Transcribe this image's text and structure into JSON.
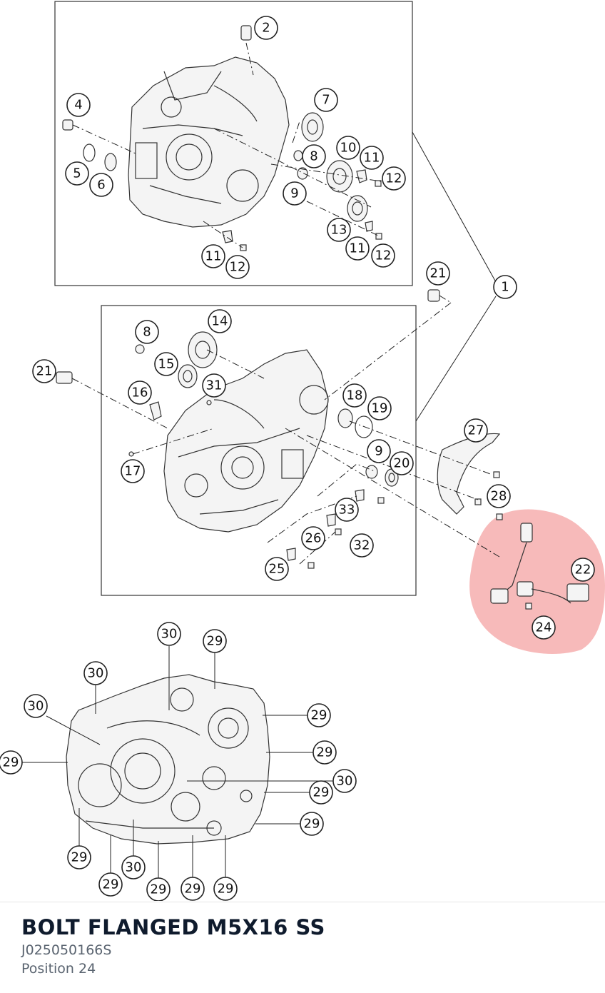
{
  "diagram": {
    "callouts": [
      {
        "id": "c2",
        "label": "2"
      },
      {
        "id": "c4",
        "label": "4"
      },
      {
        "id": "c5",
        "label": "5"
      },
      {
        "id": "c6",
        "label": "6"
      },
      {
        "id": "c7",
        "label": "7"
      },
      {
        "id": "c8a",
        "label": "8"
      },
      {
        "id": "c9a",
        "label": "9"
      },
      {
        "id": "c10",
        "label": "10"
      },
      {
        "id": "c11a",
        "label": "11"
      },
      {
        "id": "c12a",
        "label": "12"
      },
      {
        "id": "c13",
        "label": "13"
      },
      {
        "id": "c11b",
        "label": "11"
      },
      {
        "id": "c12b",
        "label": "12"
      },
      {
        "id": "c11c",
        "label": "11"
      },
      {
        "id": "c12c",
        "label": "12"
      },
      {
        "id": "c1",
        "label": "1"
      },
      {
        "id": "c21a",
        "label": "21"
      },
      {
        "id": "c21b",
        "label": "21"
      },
      {
        "id": "c14",
        "label": "14"
      },
      {
        "id": "c8b",
        "label": "8"
      },
      {
        "id": "c15",
        "label": "15"
      },
      {
        "id": "c31",
        "label": "31"
      },
      {
        "id": "c16",
        "label": "16"
      },
      {
        "id": "c18",
        "label": "18"
      },
      {
        "id": "c19",
        "label": "19"
      },
      {
        "id": "c17",
        "label": "17"
      },
      {
        "id": "c9b",
        "label": "9"
      },
      {
        "id": "c20",
        "label": "20"
      },
      {
        "id": "c27",
        "label": "27"
      },
      {
        "id": "c28",
        "label": "28"
      },
      {
        "id": "c33",
        "label": "33"
      },
      {
        "id": "c26",
        "label": "26"
      },
      {
        "id": "c32",
        "label": "32"
      },
      {
        "id": "c25",
        "label": "25"
      },
      {
        "id": "c22",
        "label": "22"
      },
      {
        "id": "c24",
        "label": "24"
      },
      {
        "id": "c30a",
        "label": "30"
      },
      {
        "id": "c29a",
        "label": "29"
      },
      {
        "id": "c30b",
        "label": "30"
      },
      {
        "id": "c30c",
        "label": "30"
      },
      {
        "id": "c29b",
        "label": "29"
      },
      {
        "id": "c29c",
        "label": "29"
      },
      {
        "id": "c29d",
        "label": "29"
      },
      {
        "id": "c30d",
        "label": "30"
      },
      {
        "id": "c29e",
        "label": "29"
      },
      {
        "id": "c29f",
        "label": "29"
      },
      {
        "id": "c29g",
        "label": "29"
      },
      {
        "id": "c29h",
        "label": "29"
      },
      {
        "id": "c30e",
        "label": "30"
      },
      {
        "id": "c29i",
        "label": "29"
      },
      {
        "id": "c29j",
        "label": "29"
      },
      {
        "id": "c29k",
        "label": "29"
      }
    ],
    "highlight_color": "#f08080"
  },
  "part": {
    "title": "BOLT FLANGED M5X16 SS",
    "number": "J025050166S",
    "position": "Position 24"
  }
}
